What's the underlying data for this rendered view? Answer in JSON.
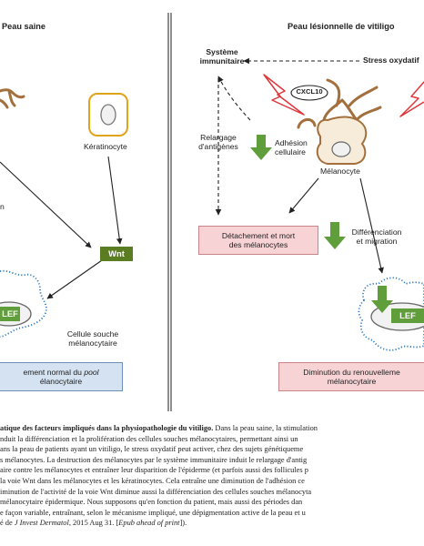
{
  "left_panel": {
    "title": "Peau saine",
    "keratinocyte_label": "Kératinocyte",
    "partial_label": "n",
    "wnt_label": "Wnt",
    "lef_label": "LEF",
    "stem_cell_label_line1": "Cellule souche",
    "stem_cell_label_line2": "mélanocytaire",
    "bottom_box_line1_normal": "ement normal du ",
    "bottom_box_line1_italic": "pool",
    "bottom_box_line2": "élanocytaire"
  },
  "right_panel": {
    "title": "Peau lésionnelle de vitiligo",
    "immune_line1": "Système",
    "immune_line2": "immunitaire",
    "stress_label": "Stress oxydatif",
    "cxcl10_label": "CXCL10",
    "antigen_line1": "Relargage",
    "antigen_line2": "d'antigènes",
    "adhesion_line1": "Adhésion",
    "adhesion_line2": "cellulaire",
    "melanocyte_label": "Mélanocyte",
    "detachment_line1": "Détachement et mort",
    "detachment_line2": "des mélanocytes",
    "differentiation_line1": "Différenciation",
    "differentiation_line2": "et migration",
    "lef_label": "LEF",
    "bottom_box_line1": "Diminution du renouvelleme",
    "bottom_box_line2": "mélanocytaire"
  },
  "colors": {
    "green": "#5f9e3a",
    "dark_green": "#5b7d22",
    "pink_fill": "#f7d3d6",
    "blue_fill": "#d4e2f1",
    "stem_cell_stroke": "#2f7bc2",
    "lightning_red": "#e0363a",
    "melanocyte_fill": "#f6ecd9",
    "melanocyte_stroke": "#a36f3d",
    "keratinocyte_stroke": "#e0a41a"
  },
  "caption": {
    "line1_bold": "atique des facteurs impliqués dans la physiopathologie du vitiligo.",
    "line1_rest": " Dans la peau saine, la stimulation",
    "line2": "nduit la différenciation et la prolifération des cellules souches mélanocytaires, permettant ainsi un",
    "line3": "ans la peau de patients ayant un vitiligo, le stress oxydatif peut activer, chez des sujets génétiqueme",
    "line4": "s mélanocytes. La destruction des mélanocytes par le système immunitaire induit le relargage d'antig",
    "line5": "aire contre les mélanocytes et entraîner leur disparition de l'épiderme (et parfois aussi des follicules p",
    "line6": " la voie Wnt dans les mélanocytes et les kératinocytes. Cela entraîne une diminution de l'adhésion ce",
    "line7": "iminution de l'activité de la voie Wnt diminue aussi la différenciation des cellules souches mélanocyta",
    "line8": "mélanocytaire épidermique. Nous supposons qu'en fonction du patient, mais aussi des périodes dan",
    "line9": "e façon variable, entraînant, selon le mécanisme impliqué, une dépigmentation active de la peau et u",
    "line10_prefix": "é de ",
    "line10_italic1": "J Invest Dermatol",
    "line10_mid": ", 2015 Aug 31. [",
    "line10_italic2": "Epub ahead of print",
    "line10_suffix": "])."
  }
}
